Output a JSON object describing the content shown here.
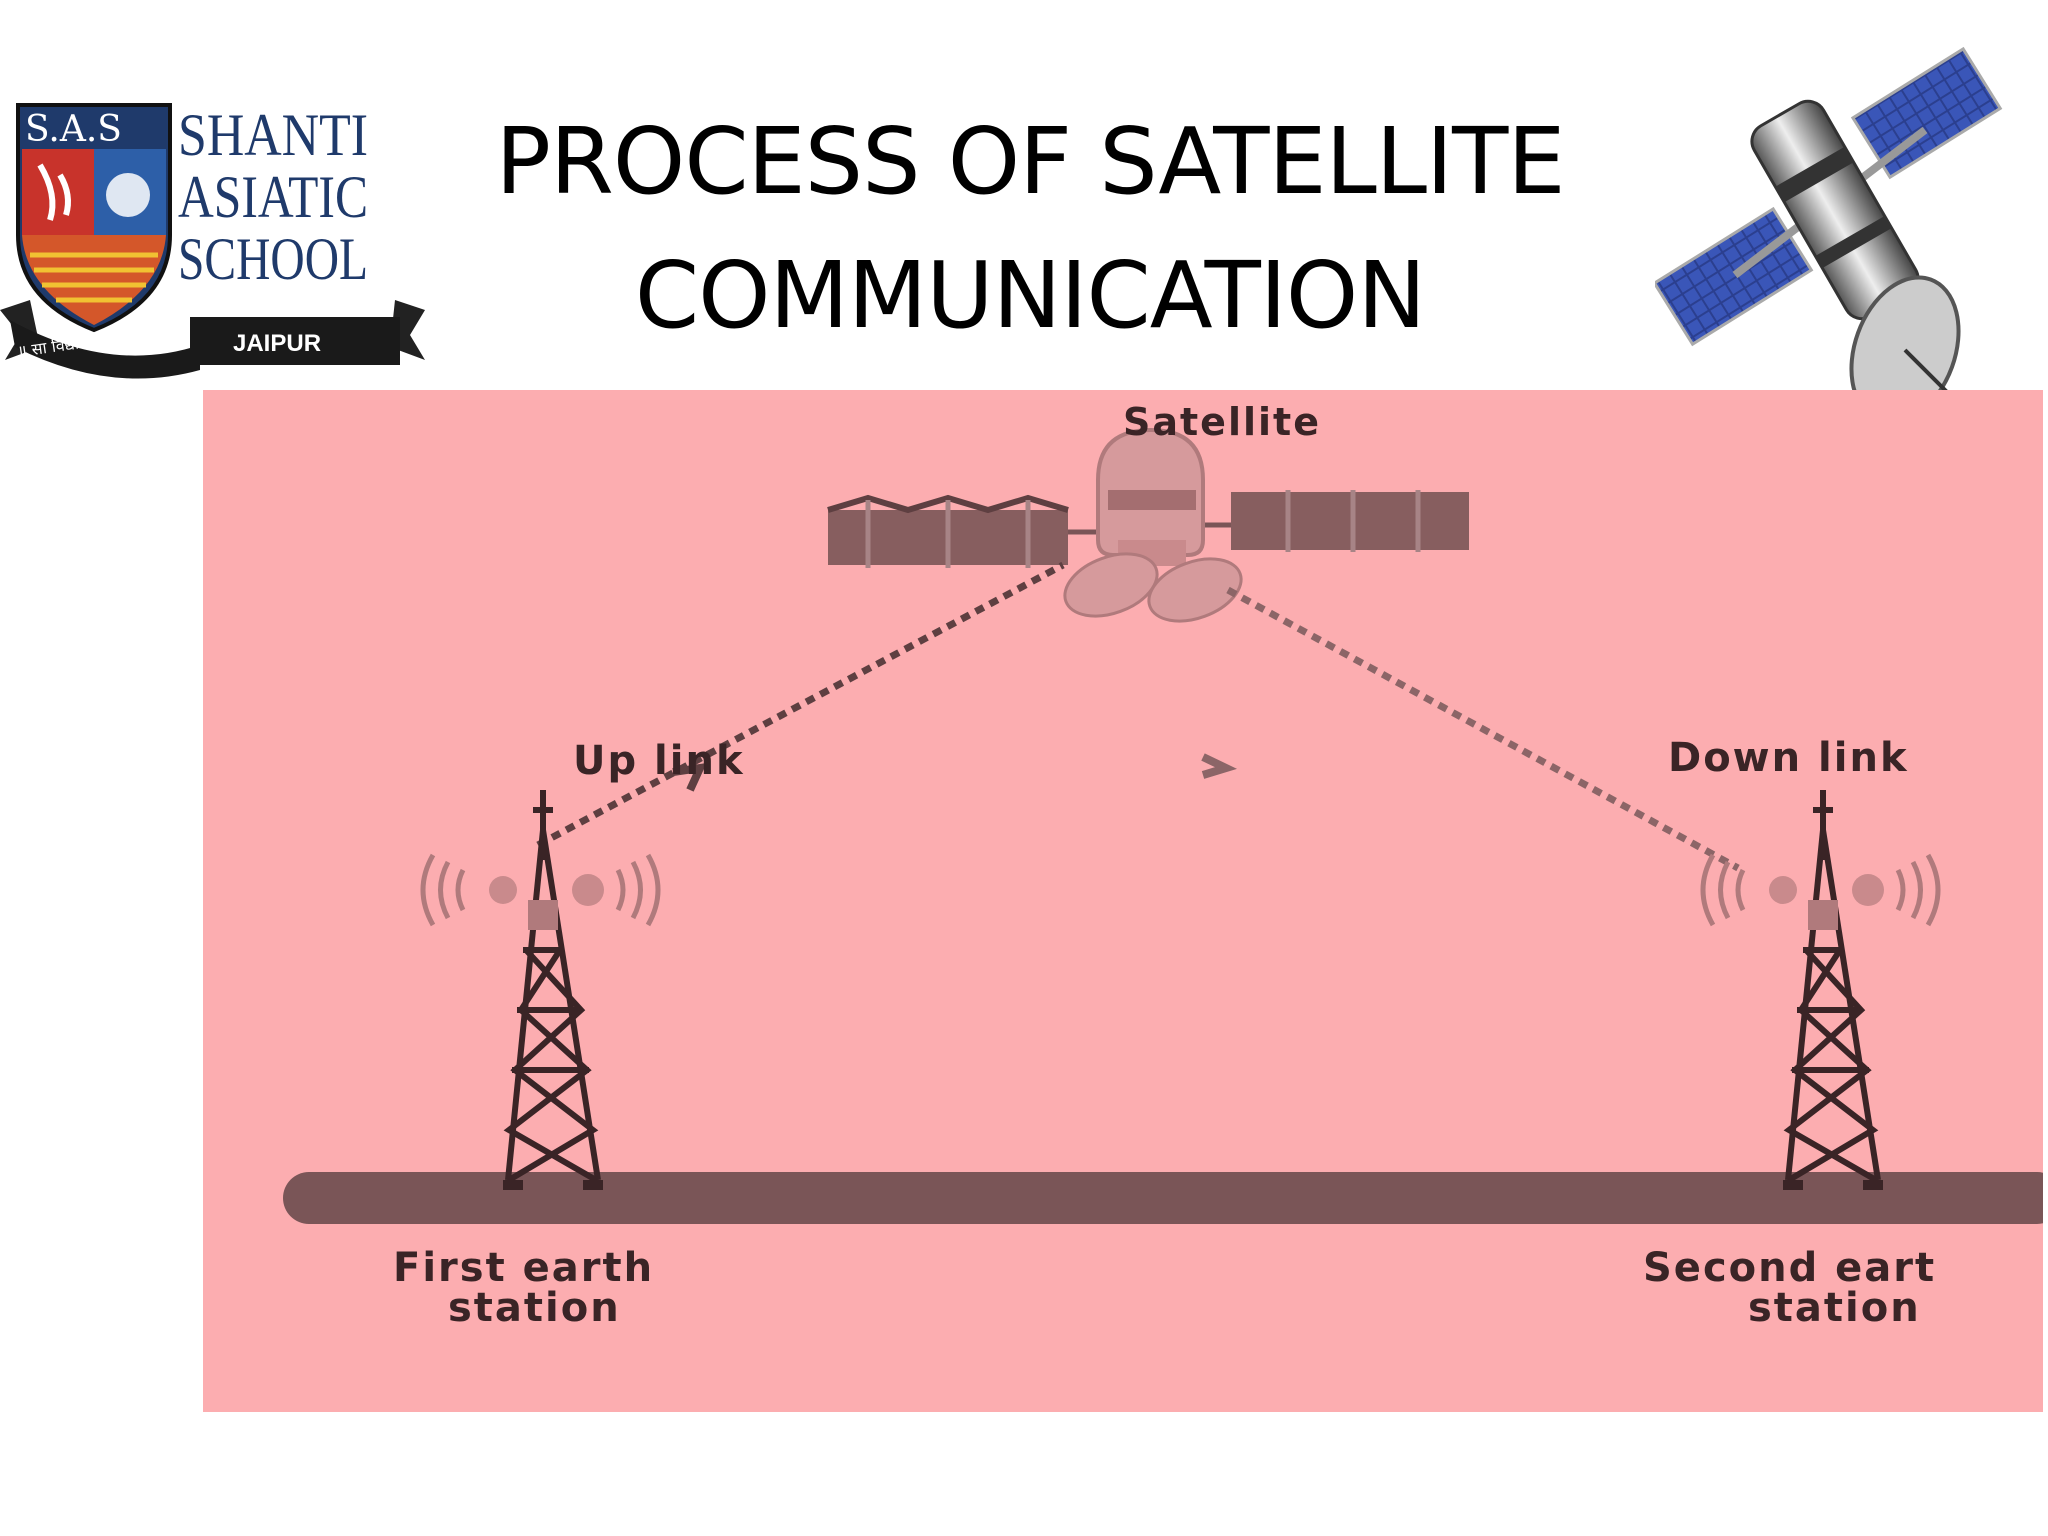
{
  "slide": {
    "title_line1": "PROCESS  OF SATELLITE",
    "title_line2": "COMMUNICATION"
  },
  "logo": {
    "shield_text": "S.A.S",
    "name_line1": "SHANTI",
    "name_line2": "ASIATIC",
    "name_line3": "SCHOOL",
    "city": "JAIPUR",
    "motto": "॥ सा विद्या या विमुक्तये ॥"
  },
  "diagram": {
    "satellite_label": "Satellite",
    "uplink_label": "Up link",
    "downlink_label": "Down link",
    "first_station_line1": "First earth",
    "first_station_line2": "station",
    "second_station_line1": "Second eart",
    "second_station_line2": "station"
  },
  "colors": {
    "diagram_bg": "#fcadb0",
    "diagram_dark": "#7a5557",
    "logo_navy": "#1f3a6b",
    "logo_red": "#c8332b"
  },
  "icons": [
    "school-logo",
    "satellite-icon",
    "tower-icon"
  ]
}
